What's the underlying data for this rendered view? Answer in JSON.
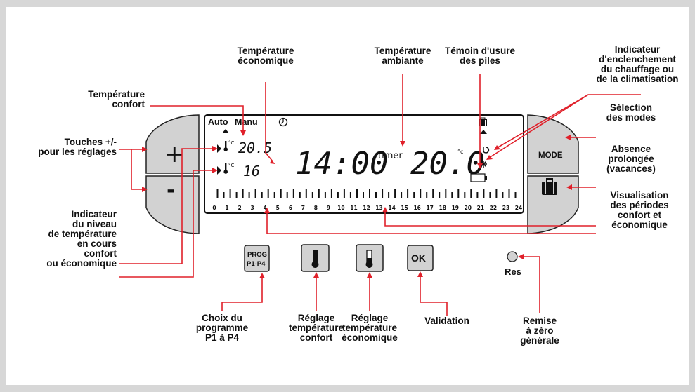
{
  "labels": {
    "temp_eco_top": [
      "Température",
      "économique"
    ],
    "temp_ambiante": [
      "Température",
      "ambiante"
    ],
    "temoin_piles": [
      "Témoin d'usure",
      "des piles"
    ],
    "indicateur_chauffage": [
      "Indicateur",
      "d'enclenchement",
      "du chauffage ou",
      "de la climatisation"
    ],
    "temp_confort": [
      "Température",
      "confort"
    ],
    "touches": [
      "Touches +/-",
      "pour les réglages"
    ],
    "indicateur_niveau": [
      "Indicateur",
      "du niveau",
      "de température",
      "en cours",
      "confort",
      "ou économique"
    ],
    "selection_modes": [
      "Sélection",
      "des modes"
    ],
    "absence": [
      "Absence",
      "prolongée",
      "(vacances)"
    ],
    "visualisation": [
      "Visualisation",
      "des périodes",
      "confort et",
      "économique"
    ],
    "choix_programme": [
      "Choix du",
      "programme",
      "P1 à P4"
    ],
    "reglage_confort": [
      "Réglage",
      "température",
      "confort"
    ],
    "reglage_eco": [
      "Réglage",
      "température",
      "économique"
    ],
    "validation": [
      "Validation"
    ],
    "remise_zero": [
      "Remise",
      "à zéro",
      "générale"
    ]
  },
  "lcd": {
    "auto": "Auto",
    "manu": "Manu",
    "temp_confort": "20.5",
    "temp_eco": "16",
    "degree_unit_small": "°C",
    "clock": "14:00",
    "timer": "timer",
    "ambient": "20.0",
    "ambient_unit": "°c",
    "hours": [
      "0",
      "1",
      "2",
      "3",
      "4",
      "5",
      "6",
      "7",
      "8",
      "9",
      "10",
      "11",
      "12",
      "13",
      "14",
      "15",
      "16",
      "17",
      "18",
      "19",
      "20",
      "21",
      "22",
      "23",
      "24"
    ]
  },
  "buttons": {
    "plus": "+",
    "minus": "-",
    "mode": "MODE",
    "prog_line1": "PROG",
    "prog_line2": "P1-P4",
    "ok": "OK",
    "res": "Res"
  },
  "colors": {
    "arrow": "#e0202a",
    "button": "#d2d2d2",
    "frame": "#d7d7d7"
  },
  "icons": [
    "clock-icon",
    "suitcase-icon",
    "thermometer-icon",
    "heating-icon",
    "snowflake-icon",
    "battery-icon",
    "arrow-up-icon"
  ]
}
